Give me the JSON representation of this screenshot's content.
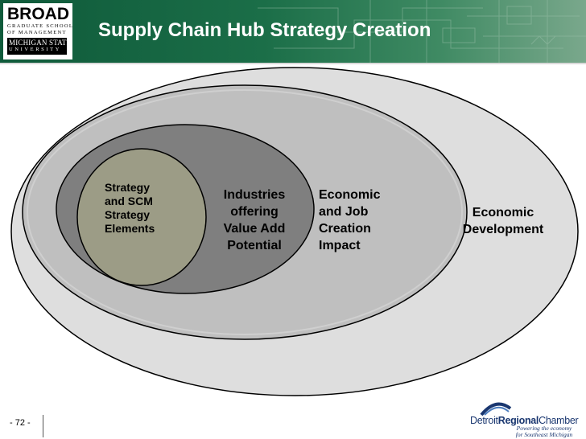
{
  "header": {
    "title": "Supply Chain Hub Strategy Creation",
    "logo": {
      "broad": "BROAD",
      "line1": "GRADUATE SCHOOL",
      "line2": "OF MANAGEMENT",
      "line3": "MICHIGAN STATE",
      "line4": "UNIVERSITY"
    }
  },
  "diagram": {
    "rings": [
      {
        "label": "Strategy\nand SCM\nStrategy\nElements",
        "fill": "#9c9c86"
      },
      {
        "label": "Industries\noffering\nValue Add\nPotential",
        "fill": "#7f7f7f"
      },
      {
        "label": "Economic\nand Job\nCreation\nImpact",
        "fill": "#bfbfbf"
      },
      {
        "label": "Economic\nDevelopment",
        "fill": "#dedede"
      }
    ]
  },
  "footer": {
    "page_number": "- 72 -",
    "chamber_name_plain": "Detroit",
    "chamber_name_bold": "Regional",
    "chamber_name_end": "Chamber",
    "chamber_tagline": "Powering the economy\nfor Southeast Michigan"
  }
}
